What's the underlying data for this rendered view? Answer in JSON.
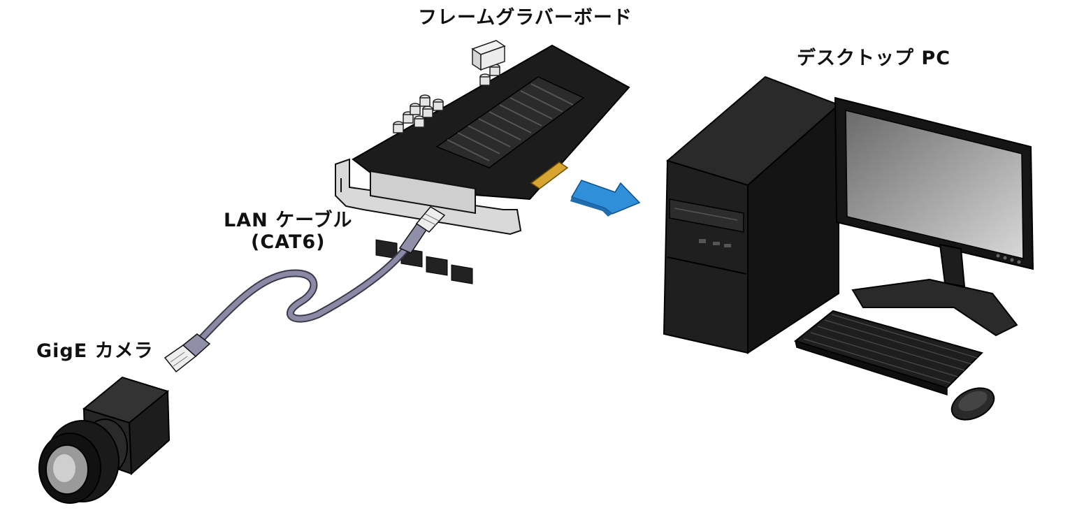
{
  "labels": {
    "frame_grabber": "フレームグラバーボード",
    "desktop_pc": "デスクトップ PC",
    "lan_cable_line1": "LAN ケーブル",
    "lan_cable_line2": "(CAT6)",
    "gige_camera": "GigE カメラ"
  },
  "colors": {
    "arrow": "#2f8fd8",
    "cable": "#8a8aa6",
    "board": "#1c1c1c",
    "pc_body": "#1a1a1a",
    "gold_contacts": "#d8a630"
  }
}
